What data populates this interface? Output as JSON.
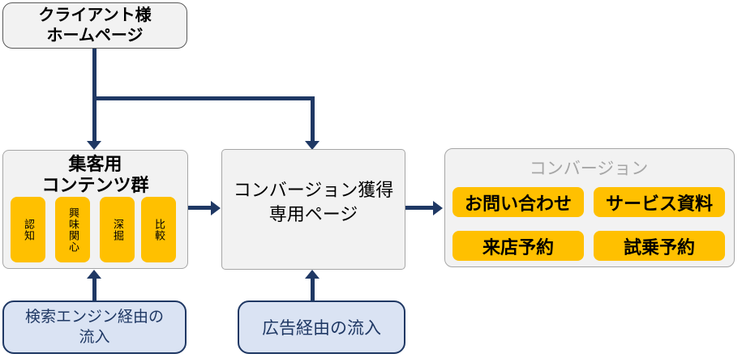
{
  "diagram": {
    "nodes": {
      "homepage": {
        "label_line1": "クライアント様",
        "label_line2": "ホームページ"
      },
      "content_group": {
        "title_line1": "集客用",
        "title_line2": "コンテンツ群",
        "items": [
          {
            "label": "認知"
          },
          {
            "label": "興味関心"
          },
          {
            "label": "深掘"
          },
          {
            "label": "比較"
          }
        ]
      },
      "cv_page": {
        "label_line1": "コンバージョン獲得",
        "label_line2": "専用ページ"
      },
      "conversion": {
        "title": "コンバージョン",
        "buttons": [
          {
            "label": "お問い合わせ"
          },
          {
            "label": "サービス資料"
          },
          {
            "label": "来店予約"
          },
          {
            "label": "試乗予約"
          }
        ]
      },
      "search_inflow": {
        "label_line1": "検索エンジン経由の",
        "label_line2": "流入"
      },
      "ad_inflow": {
        "label": "広告経由の流入"
      }
    },
    "colors": {
      "arrow_navy": "#1f3864",
      "accent_gold": "#ffc000",
      "inflow_blue_fill": "#dae3f3",
      "box_gray_fill": "#f2f2f2",
      "box_gray_border": "#a6a6a6",
      "muted_title_gray": "#a6a6a6"
    }
  }
}
